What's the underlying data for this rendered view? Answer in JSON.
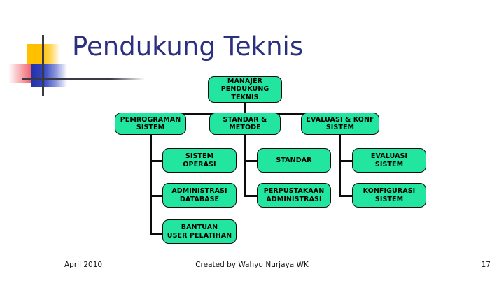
{
  "slide": {
    "title": "Pendukung Teknis",
    "title_color": "#2b2f7f",
    "background": "#ffffff"
  },
  "logo": {
    "name": "powerpoint-design-logo",
    "yellow": "#ffc000",
    "red": "#e8192c",
    "blue": "#2233a8",
    "bar": "#3a3a46"
  },
  "chart_data": {
    "type": "org-chart",
    "node_fill": "#22e5a0",
    "node_border": "#0c0c0c",
    "connector_color": "#0c0c0c",
    "nodes": [
      {
        "id": "root",
        "line1": "MANAJER",
        "line2": "PENDUKUNG TEKNIS"
      },
      {
        "id": "col1",
        "line1": "PEMROGRAMAN",
        "line2": "SISTEM"
      },
      {
        "id": "col2",
        "line1": "STANDAR &",
        "line2": "METODE"
      },
      {
        "id": "col3",
        "line1": "EVALUASI & KONF",
        "line2": "SISTEM"
      },
      {
        "id": "col1-child1",
        "line1": "SISTEM",
        "line2": "OPERASI"
      },
      {
        "id": "col1-child2",
        "line1": "ADMINISTRASI",
        "line2": "DATABASE"
      },
      {
        "id": "col1-child3",
        "line1": "BANTUAN",
        "line2": "USER PELATIHAN"
      },
      {
        "id": "col2-child1",
        "line1": "STANDAR",
        "line2": ""
      },
      {
        "id": "col2-child2",
        "line1": "PERPUSTAKAAN",
        "line2": "ADMINISTRASI"
      },
      {
        "id": "col3-child1",
        "line1": "EVALUASI",
        "line2": "SISTEM"
      },
      {
        "id": "col3-child2",
        "line1": "KONFIGURASI",
        "line2": "SISTEM"
      }
    ]
  },
  "footer": {
    "date": "April 2010",
    "credit": "Created by Wahyu Nurjaya WK",
    "page": "17"
  }
}
